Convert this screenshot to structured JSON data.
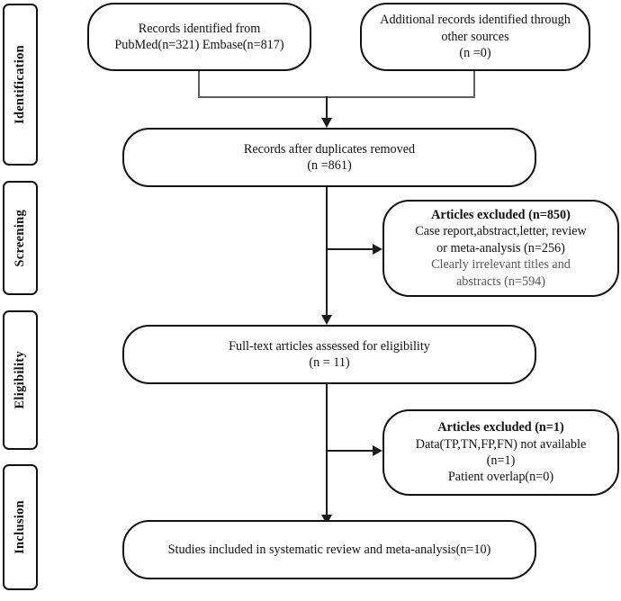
{
  "diagram": {
    "title": "PRISMA study selection flow diagram",
    "type": "flowchart",
    "stages": [
      {
        "id": "identification",
        "label": "Identification"
      },
      {
        "id": "screening",
        "label": "Screening"
      },
      {
        "id": "eligibility",
        "label": "Eligibility"
      },
      {
        "id": "inclusion",
        "label": "Inclusion"
      }
    ],
    "nodes": {
      "records_identified": {
        "lines": [
          {
            "text": "Records identified from",
            "bold": false,
            "dim": false
          },
          {
            "text": "PubMed(n=321) Embase(n=817)",
            "bold": false,
            "dim": false
          }
        ]
      },
      "additional_records": {
        "lines": [
          {
            "text": "Additional records identified through",
            "bold": false,
            "dim": false
          },
          {
            "text": "other sources",
            "bold": false,
            "dim": false
          },
          {
            "text": "(n =0)",
            "bold": false,
            "dim": false
          }
        ]
      },
      "after_duplicates": {
        "lines": [
          {
            "text": "Records after duplicates removed",
            "bold": false,
            "dim": false
          },
          {
            "text": "(n =861)",
            "bold": false,
            "dim": false
          }
        ]
      },
      "excluded_screening": {
        "lines": [
          {
            "text": "Articles excluded  (n=850)",
            "bold": true,
            "dim": false
          },
          {
            "text": "Case report,abstract,letter, review",
            "bold": false,
            "dim": false
          },
          {
            "text": "or meta-analysis  (n=256)",
            "bold": false,
            "dim": false
          },
          {
            "text": "Clearly irrelevant titles and",
            "bold": false,
            "dim": true
          },
          {
            "text": "abstracts (n=594)",
            "bold": false,
            "dim": true
          }
        ]
      },
      "fulltext_assessed": {
        "lines": [
          {
            "text": "Full-text articles assessed for eligibility",
            "bold": false,
            "dim": false
          },
          {
            "text": "(n = 11)",
            "bold": false,
            "dim": false
          }
        ]
      },
      "excluded_eligibility": {
        "lines": [
          {
            "text": "Articles excluded  (n=1)",
            "bold": true,
            "dim": false
          },
          {
            "text": "Data(TP,TN,FP,FN) not available",
            "bold": false,
            "dim": false
          },
          {
            "text": "(n=1)",
            "bold": false,
            "dim": false
          },
          {
            "text": "Patient overlap(n=0)",
            "bold": false,
            "dim": false
          }
        ]
      },
      "studies_included": {
        "lines": [
          {
            "text": "Studies included in systematic review and meta-analysis(n=10)",
            "bold": false,
            "dim": false
          }
        ]
      }
    },
    "counts": {
      "pubmed": 321,
      "embase": 817,
      "other_sources": 0,
      "after_duplicates": 861,
      "excluded_screening_total": 850,
      "excluded_case_report_etc": 256,
      "excluded_irrelevant": 594,
      "fulltext_assessed": 11,
      "excluded_eligibility_total": 1,
      "excluded_data_not_available": 1,
      "excluded_patient_overlap": 0,
      "studies_included": 10
    },
    "colors": {
      "stroke": "#111111",
      "text": "#111111",
      "dim_text": "#585858",
      "background": "#ffffff"
    }
  }
}
